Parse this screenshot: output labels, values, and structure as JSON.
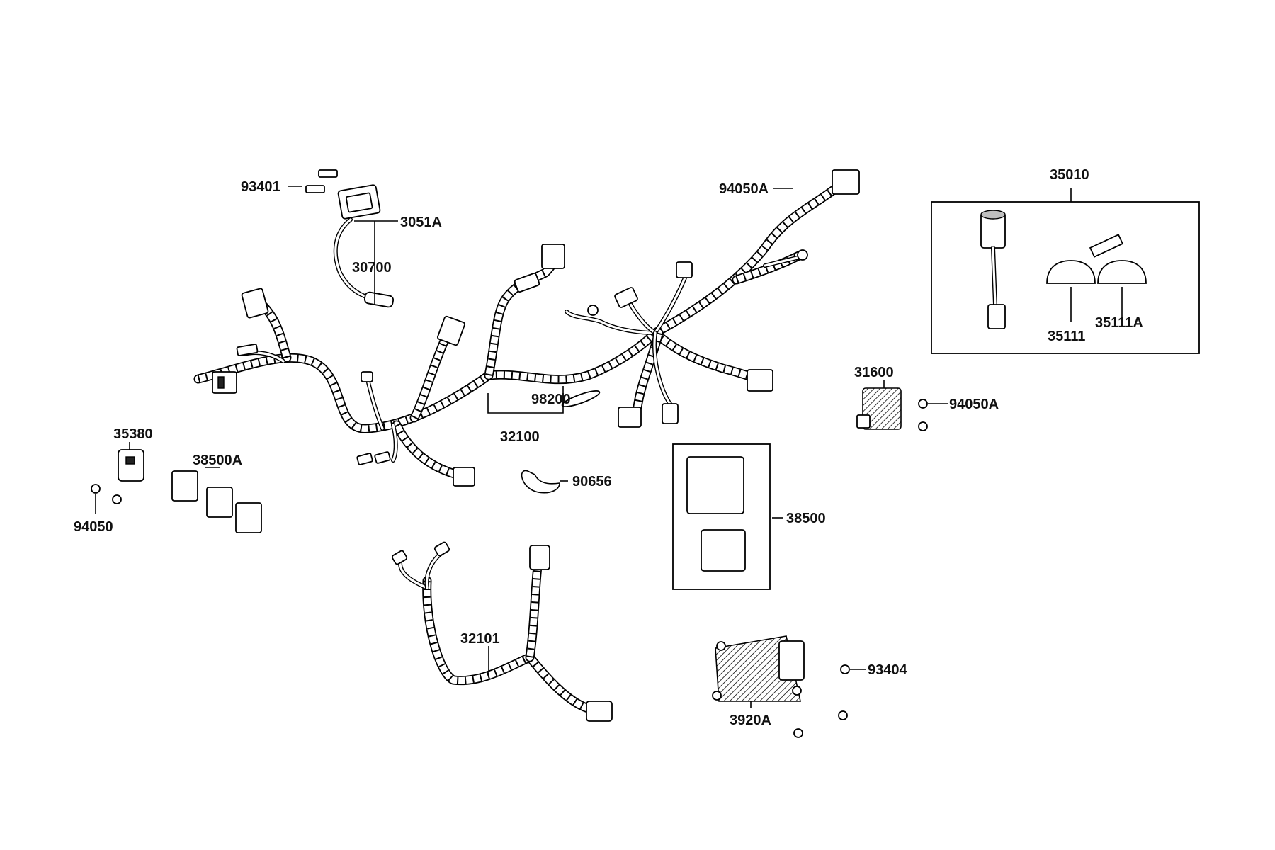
{
  "diagram": {
    "labels": {
      "p93401": "93401",
      "p3051A": "3051A",
      "p30700": "30700",
      "p94050A_top": "94050A",
      "p35010": "35010",
      "p35111": "35111",
      "p35111A": "35111A",
      "p31600": "31600",
      "p94050A_mid": "94050A",
      "p98200": "98200",
      "p32100": "32100",
      "p35380": "35380",
      "p38500A": "38500A",
      "p94050": "94050",
      "p90656": "90656",
      "p38500": "38500",
      "p32101": "32101",
      "p93404": "93404",
      "p3920A": "3920A"
    }
  }
}
